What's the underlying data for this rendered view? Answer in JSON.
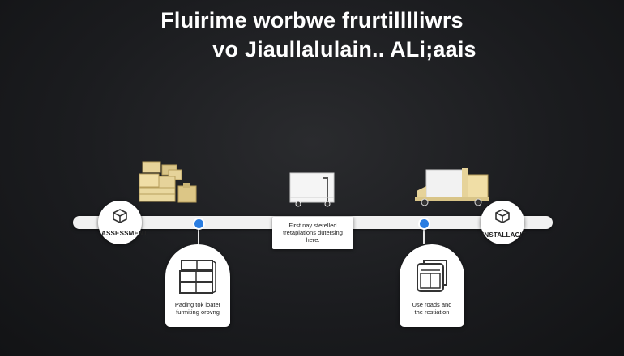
{
  "title": {
    "line1": "Fluirime worbwe frurtilllliwrs",
    "line2": "vo Jiaullalulain.. ALi;aais"
  },
  "stages": {
    "assessment": {
      "label": "ASSESSMENT",
      "icon": "box-icon"
    },
    "installation": {
      "label": "INSTALLACIT",
      "icon": "box-icon"
    }
  },
  "center_note": {
    "line1": "First nay sterelled",
    "line2": "tretaplations dutersing",
    "line3": "here."
  },
  "cards": [
    {
      "line1": "Pading tok loater",
      "line2": "furmiting orovng",
      "icon": "stacked-boxes-icon"
    },
    {
      "line1": "Use roads and",
      "line2": "the restiation",
      "icon": "folded-item-icon"
    }
  ],
  "illustrations": [
    "stacked-crates-icon",
    "moving-truck-icon",
    "delivery-truck-icon"
  ],
  "colors": {
    "background": "#1b1c1f",
    "track": "#f1f1f1",
    "accent_dot": "#2a7de1",
    "crate": "#e6d39a"
  }
}
